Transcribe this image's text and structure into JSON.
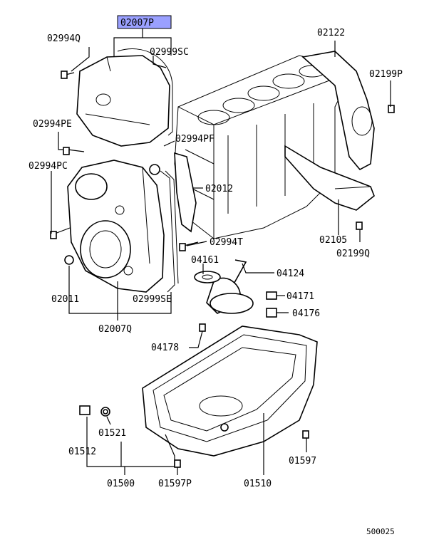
{
  "diagram": {
    "highlight_color": "#9aa0ff",
    "callouts": [
      {
        "id": "02007P",
        "highlighted": true
      },
      {
        "id": "02994Q"
      },
      {
        "id": "02999SC"
      },
      {
        "id": "02122"
      },
      {
        "id": "02199P"
      },
      {
        "id": "02994PE"
      },
      {
        "id": "02994PF"
      },
      {
        "id": "02994PC"
      },
      {
        "id": "02012"
      },
      {
        "id": "02105"
      },
      {
        "id": "02199Q"
      },
      {
        "id": "02994T"
      },
      {
        "id": "04161"
      },
      {
        "id": "04124"
      },
      {
        "id": "04171"
      },
      {
        "id": "04176"
      },
      {
        "id": "02011"
      },
      {
        "id": "02999SE"
      },
      {
        "id": "02007Q"
      },
      {
        "id": "04178"
      },
      {
        "id": "01521"
      },
      {
        "id": "01512"
      },
      {
        "id": "01597"
      },
      {
        "id": "01500"
      },
      {
        "id": "01597P"
      },
      {
        "id": "01510"
      }
    ],
    "footer_code": "500025"
  }
}
